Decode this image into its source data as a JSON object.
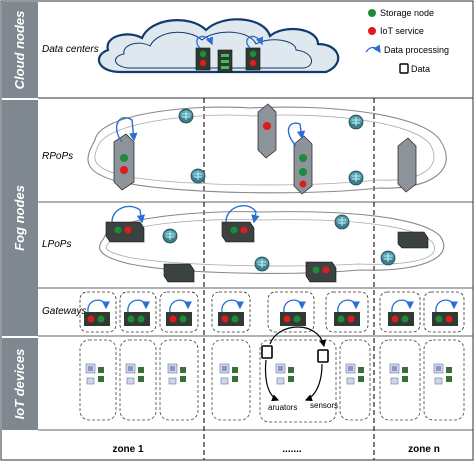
{
  "rows": {
    "cloud": "Cloud nodes",
    "fog": "Fog nodes",
    "iot": "IoT devices"
  },
  "sublabels": {
    "datacenters": "Data centers",
    "rpops": "RPoPs",
    "lpops": "LPoPs",
    "gateways": "Gateways"
  },
  "legend": {
    "storage": "Storage node",
    "iot_service": "IoT service",
    "processing": "Data processing",
    "data": "Data"
  },
  "iot_labels": {
    "actuators": "aruators",
    "sensors": "sensors"
  },
  "zones": {
    "first": "zone 1",
    "middle": ".......",
    "last": "zone n"
  },
  "colors": {
    "storage": "#1e8a3a",
    "iot_service": "#e01b1b",
    "processing_arrow": "#2a6fd6",
    "label_bar": "#7f8791",
    "cloud_fill": "#dfe8ef"
  }
}
